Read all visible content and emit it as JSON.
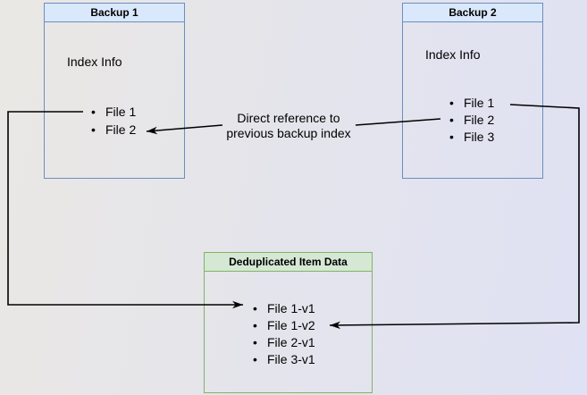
{
  "diagram": {
    "nodes": {
      "backup1": {
        "title": "Backup 1",
        "subtitle": "Index Info",
        "items": [
          "File 1",
          "File 2"
        ]
      },
      "backup2": {
        "title": "Backup 2",
        "subtitle": "Index Info",
        "items": [
          "File 1",
          "File 2",
          "File 3"
        ]
      },
      "dedup": {
        "title": "Deduplicated Item Data",
        "items": [
          "File 1-v1",
          "File 1-v2",
          "File 2-v1",
          "File 3-v1"
        ]
      }
    },
    "edge_label": {
      "line1": "Direct reference to",
      "line2": "previous backup index"
    },
    "colors": {
      "node_blue_fill": "#dae8fc",
      "node_blue_border": "#6c8ebf",
      "node_green_fill": "#d5e8d4",
      "node_green_border": "#82b366",
      "arrow": "#000000",
      "canvas_left": "#eae8e4",
      "canvas_right": "#dfe2f4"
    }
  }
}
